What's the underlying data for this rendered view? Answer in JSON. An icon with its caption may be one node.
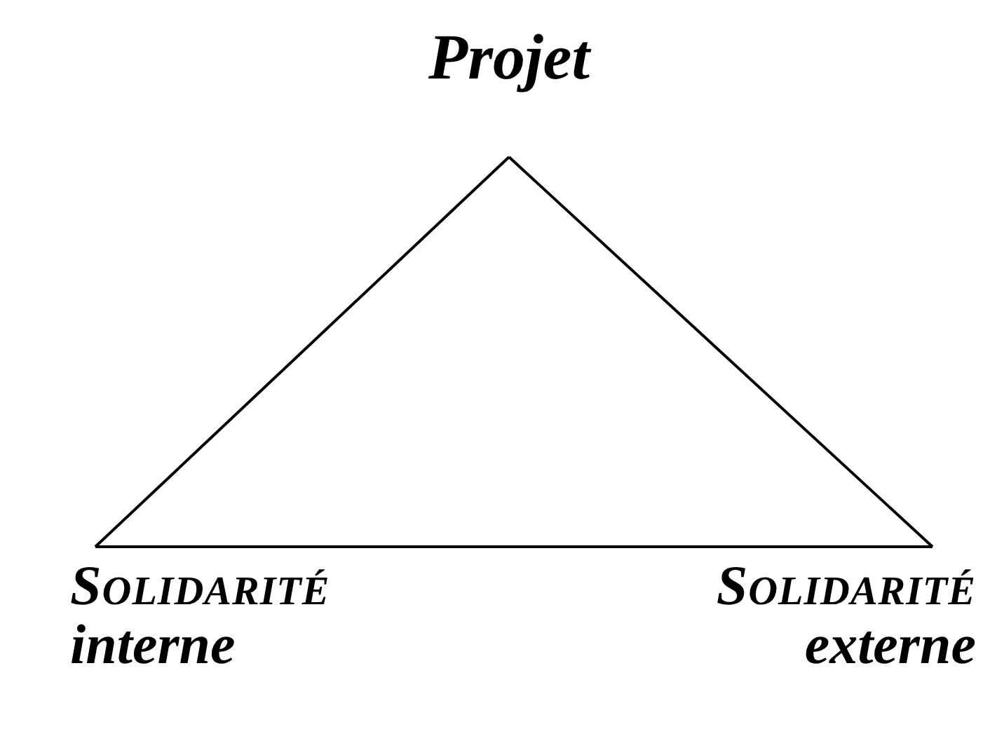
{
  "diagram": {
    "nodes": [
      {
        "text": [
          "Projet"
        ]
      },
      {
        "text": [
          "SOLIDARITÉ",
          "interne"
        ]
      },
      {
        "text": [
          "SOLIDARITÉ",
          "externe"
        ]
      }
    ],
    "edges": [
      {
        "from": 0,
        "to": 1,
        "arrow": "none"
      },
      {
        "from": 1,
        "to": 2,
        "arrow": "none"
      },
      {
        "from": 2,
        "to": 0,
        "arrow": "none"
      }
    ]
  }
}
